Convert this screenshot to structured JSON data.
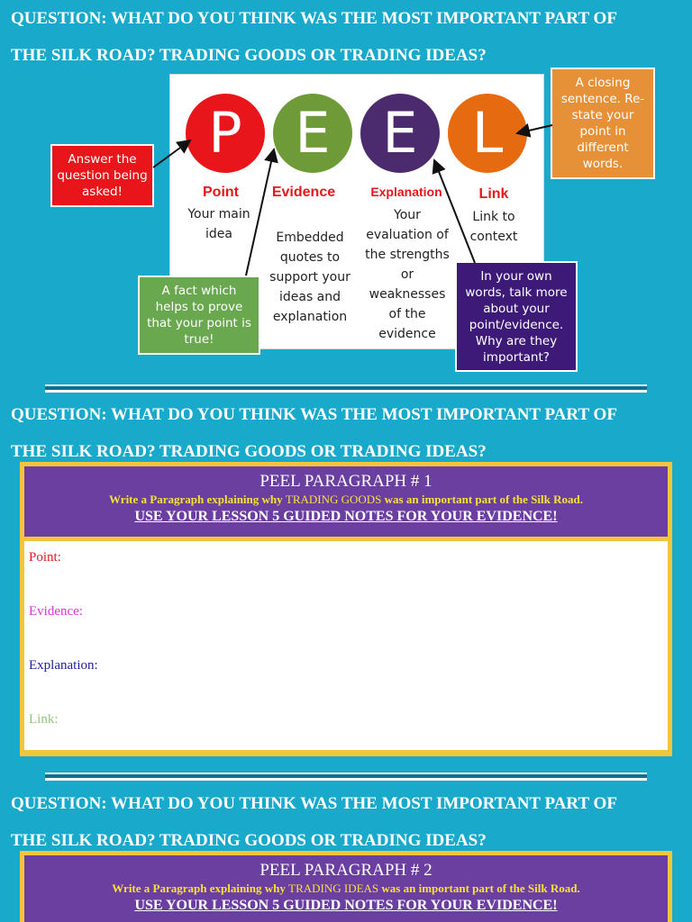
{
  "question": {
    "line1": "QUESTION: WHAT DO YOU THINK WAS THE MOST IMPORTANT PART OF",
    "line2": "THE SILK ROAD? TRADING GOODS OR TRADING IDEAS?"
  },
  "peel": {
    "items": [
      {
        "letter": "P",
        "title": "Point",
        "desc_lines": [
          "Your main",
          "idea"
        ],
        "color": "#e8161b"
      },
      {
        "letter": "E",
        "title": "Evidence",
        "desc_lines": [
          "Embedded",
          "quotes to",
          "support your",
          "ideas and",
          "explanation"
        ],
        "color": "#6e9a37"
      },
      {
        "letter": "E",
        "title": "Explanation",
        "desc_lines": [
          "Your",
          "evaluation of",
          "the strengths",
          "or",
          "weaknesses",
          "of the",
          "evidence"
        ],
        "color": "#4b2a6d"
      },
      {
        "letter": "L",
        "title": "Link",
        "desc_lines": [
          "Link to",
          "context"
        ],
        "color": "#e66a10"
      }
    ],
    "callouts": {
      "point": {
        "lines": [
          "Answer the",
          "question being",
          "asked!"
        ],
        "color": "#e8161b"
      },
      "evidence": {
        "lines": [
          "A fact which",
          "helps to prove",
          "that your point is",
          "true!"
        ],
        "color": "#6aa84f"
      },
      "explanation": {
        "lines": [
          "In your own",
          "words, talk more",
          "about your",
          "point/evidence.",
          "Why are they",
          "important?"
        ],
        "color": "#3d1a78"
      },
      "link": {
        "lines": [
          "A closing",
          "sentence. Re-",
          "state your",
          "point in",
          "different",
          "words."
        ],
        "color": "#e69138"
      }
    }
  },
  "paragraphs": [
    {
      "title": "PEEL PARAGRAPH # 1",
      "instr_prefix": "Write a Paragraph explaining why ",
      "instr_topic": "TRADING GOODS",
      "instr_suffix": " was an important part of the Silk Road.",
      "notes": "USE YOUR LESSON 5 GUIDED NOTES FOR YOUR EVIDENCE!",
      "fields": [
        {
          "label": "Point:",
          "color": "#e8161b"
        },
        {
          "label": "Evidence:",
          "color": "#d633d6"
        },
        {
          "label": "Explanation:",
          "color": "#2020a0"
        },
        {
          "label": "Link:",
          "color": "#93c47d"
        }
      ]
    },
    {
      "title": "PEEL PARAGRAPH # 2",
      "instr_prefix": "Write a Paragraph explaining why ",
      "instr_topic": "TRADING IDEAS",
      "instr_suffix": " was an important part of the Silk Road.",
      "notes": "USE YOUR LESSON 5 GUIDED NOTES FOR YOUR EVIDENCE!"
    }
  ]
}
